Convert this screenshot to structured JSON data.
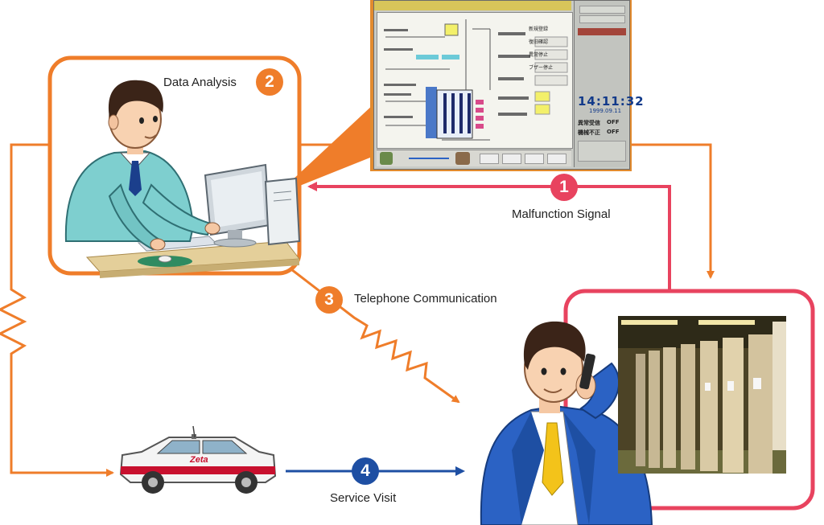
{
  "steps": [
    {
      "num": "1",
      "label": "Malfunction Signal",
      "color": "#e8435f"
    },
    {
      "num": "2",
      "label": "Data Analysis",
      "color": "#ef7d2a"
    },
    {
      "num": "3",
      "label": "Telephone Communication",
      "color": "#ef7d2a"
    },
    {
      "num": "4",
      "label": "Service Visit",
      "color": "#1e4fa3"
    }
  ],
  "monitor_screen": {
    "clock": "14:11:32",
    "date": "1999.09.11",
    "status_rows": [
      {
        "label": "異常受信",
        "value": "OFF"
      },
      {
        "label": "機械不正",
        "value": "OFF"
      }
    ],
    "buttons": [
      "新規登録",
      "復旧確認",
      "異常停止",
      "ブザー停止"
    ]
  },
  "car": {
    "door_logo": "Zeta"
  },
  "colors": {
    "orange": "#ef7d2a",
    "red": "#e8435f",
    "blue": "#1e4fa3"
  }
}
